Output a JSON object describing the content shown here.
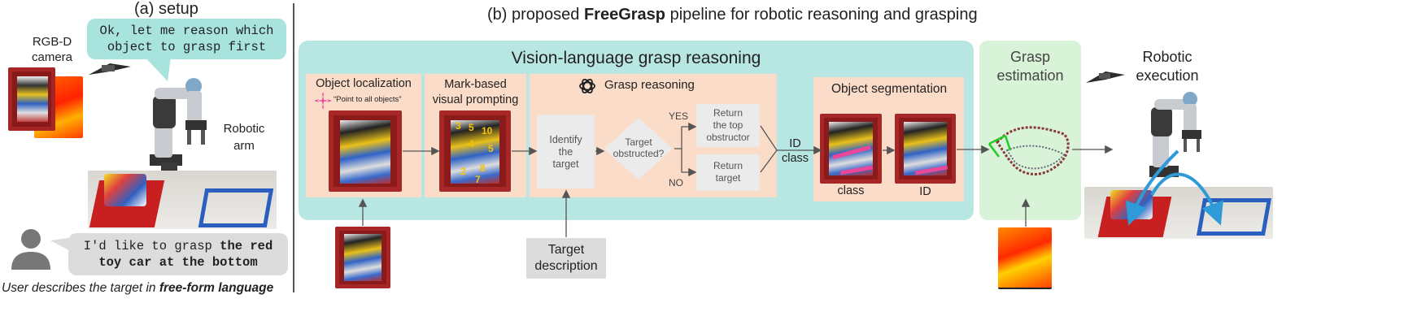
{
  "setup": {
    "title": "(a) setup",
    "camera_label": [
      "RGB-D",
      "camera"
    ],
    "robot_bubble": [
      "Ok, let me reason which",
      "object to grasp first"
    ],
    "arm_label": [
      "Robotic",
      "arm"
    ],
    "user_bubble_plain": "I'd like to grasp ",
    "user_bubble_bold_1": "the red",
    "user_bubble_bold_2": "toy car at the bottom",
    "caption_plain": "User describes the target in ",
    "caption_bold": "free-form language"
  },
  "pipeline": {
    "title_prefix": "(b) proposed ",
    "title_bold": "FreeGrasp",
    "title_suffix": " pipeline for robotic reasoning and grasping",
    "vlgr_title": "Vision-language grasp reasoning",
    "object_localization": {
      "title": "Object localization",
      "prompt": "“Point to all objects”"
    },
    "mark_prompting": {
      "title": [
        "Mark-based",
        "visual prompting"
      ],
      "marks": [
        "3",
        "5",
        "10",
        "4",
        "5",
        "2",
        "8",
        "7"
      ]
    },
    "grasp_reasoning": {
      "title": "Grasp reasoning",
      "identify": [
        "Identify",
        "the",
        "target"
      ],
      "decision": [
        "Target",
        "obstructed?"
      ],
      "yes": "YES",
      "no": "NO",
      "return_obstructor": [
        "Return",
        "the top",
        "obstructor"
      ],
      "return_target": [
        "Return",
        "target"
      ]
    },
    "id_class": [
      "ID",
      "class"
    ],
    "object_segmentation": {
      "title": "Object segmentation",
      "class_label": "class",
      "id_label": "ID"
    },
    "grasp_estimation": [
      "Grasp",
      "estimation"
    ],
    "robotic_execution": [
      "Robotic",
      "execution"
    ],
    "target_description": [
      "Target",
      "description"
    ]
  },
  "colors": {
    "teal_panel": "#b8e6e3",
    "peach": "#fbdcc9",
    "green_panel": "#d8f3d8",
    "bubble_teal": "#a8e3de",
    "bubble_gray": "#dcdcdc",
    "gray_box": "#dcdcdc"
  }
}
